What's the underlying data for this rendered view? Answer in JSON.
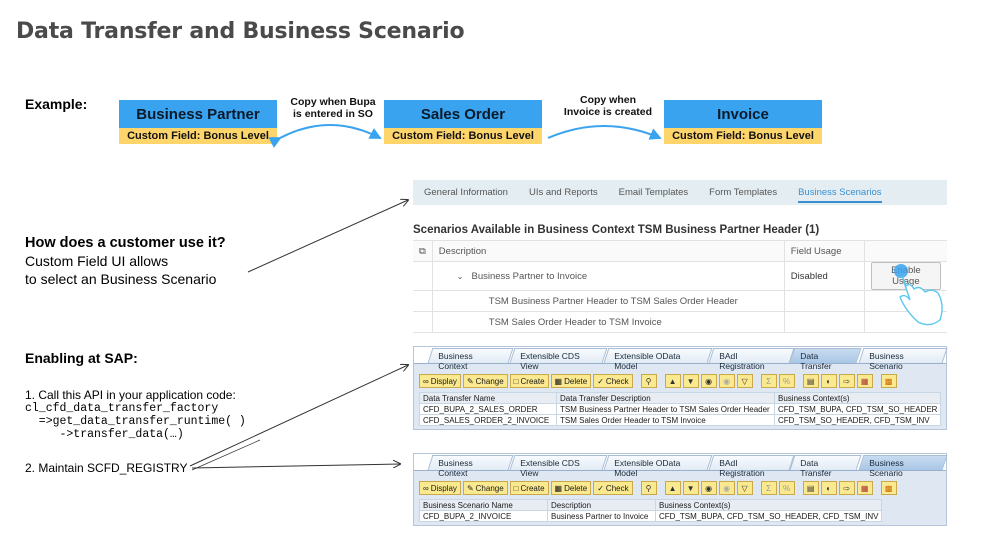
{
  "title": "Data Transfer and Business Scenario",
  "example": {
    "label": "Example:",
    "boxes": [
      {
        "title": "Business Partner",
        "field": "Custom Field: Bonus Level"
      },
      {
        "title": "Sales Order",
        "field": "Custom Field: Bonus Level"
      },
      {
        "title": "Invoice",
        "field": "Custom Field: Bonus Level"
      }
    ],
    "copy_labels": [
      {
        "line1": "Copy when Bupa",
        "line2": "is entered in SO"
      },
      {
        "line1": "Copy when",
        "line2": "Invoice is created"
      }
    ],
    "colors": {
      "box_head": "#3aa3ef",
      "box_foot": "#fdd56b",
      "arrow": "#3aa3ef"
    }
  },
  "how": {
    "question": "How  does a customer use it?",
    "line1": "Custom  Field UI  allows",
    "line2": "to select an Business Scenario"
  },
  "enabling": {
    "heading": "Enabling at SAP:",
    "step1_label": "1. Call this API in your application code:",
    "code": [
      "cl_cfd_data_transfer_factory",
      "  =>get_data_transfer_runtime( )",
      "     ->transfer_data(…)"
    ],
    "step2_label": "2. Maintain SCFD_REGISTRY"
  },
  "fiori": {
    "tabs": [
      {
        "label": "General Information"
      },
      {
        "label": "UIs and Reports"
      },
      {
        "label": "Email Templates"
      },
      {
        "label": "Form Templates"
      },
      {
        "label": "Business Scenarios",
        "active": true
      }
    ],
    "heading": "Scenarios Available in Business Context TSM Business Partner Header (1)",
    "columns": {
      "description": "Description",
      "field_usage": "Field Usage"
    },
    "rows": [
      {
        "description": "Business Partner to Invoice",
        "field_usage": "Disabled",
        "action": "Enable Usage",
        "expanded": true
      },
      {
        "description": "TSM Business Partner Header to TSM Sales Order Header"
      },
      {
        "description": "TSM Sales Order Header to TSM Invoice"
      }
    ],
    "accent": "#3b8fd0"
  },
  "gui_tabs": [
    "Business Context",
    "Extensible CDS View",
    "Extensible OData Model",
    "BAdI Registration",
    "Data Transfer",
    "Business Scenario"
  ],
  "toolbar": {
    "display": "Display",
    "change": "Change",
    "create": "Create",
    "delete": "Delete",
    "check": "Check"
  },
  "data_transfer": {
    "active_tab": "Data Transfer",
    "columns": [
      "Data Transfer Name",
      "Data Transfer Description",
      "Business Context(s)"
    ],
    "rows": [
      [
        "CFD_BUPA_2_SALES_ORDER",
        "TSM Business Partner Header to TSM Sales Order Header",
        "CFD_TSM_BUPA, CFD_TSM_SO_HEADER"
      ],
      [
        "CFD_SALES_ORDER_2_INVOICE",
        "TSM Sales Order Header to TSM Invoice",
        "CFD_TSM_SO_HEADER, CFD_TSM_INV"
      ]
    ]
  },
  "business_scenario": {
    "active_tab": "Business Scenario",
    "columns": [
      "Business Scenario Name",
      "Description",
      "Business Context(s)"
    ],
    "rows": [
      [
        "CFD_BUPA_2_INVOICE",
        "Business Partner to Invoice",
        "CFD_TSM_BUPA, CFD_TSM_SO_HEADER, CFD_TSM_INV"
      ]
    ]
  }
}
